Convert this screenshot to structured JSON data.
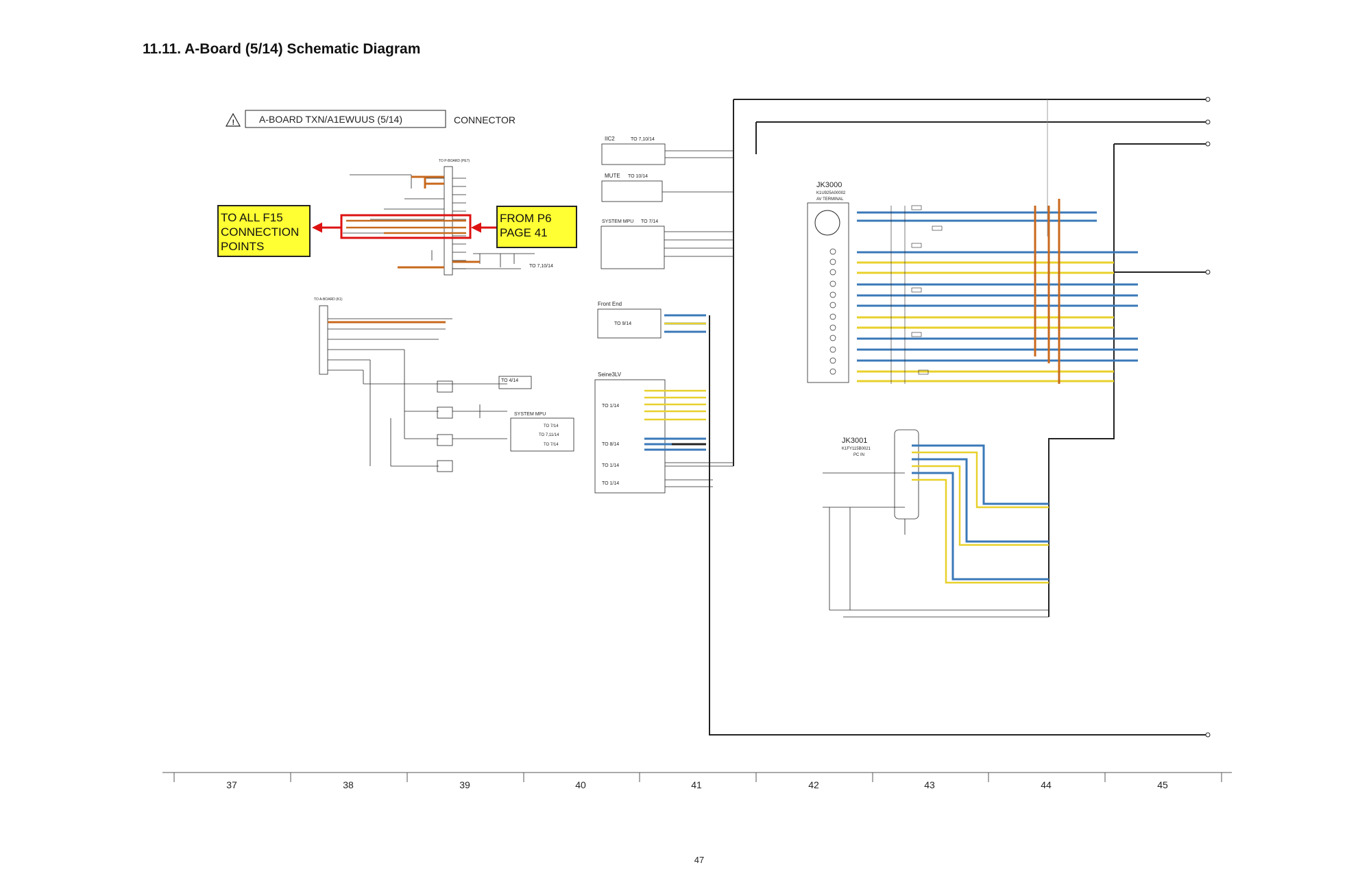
{
  "page": {
    "title": "11.11.  A-Board (5/14) Schematic Diagram",
    "page_number": "47"
  },
  "header_box": {
    "board_label": "A-BOARD TXN/A1EWUUS (5/14)",
    "side_label": "CONNECTOR"
  },
  "callouts": {
    "to_all": "TO ALL F15 CONNECTION POINTS",
    "from": "FROM P6 PAGE 41"
  },
  "blocks": {
    "iic2": {
      "name": "IIC2",
      "ref": "TO 7,10/14"
    },
    "mute": {
      "name": "MUTE",
      "ref": "TO 10/14"
    },
    "system_mpu": {
      "name": "SYSTEM MPU",
      "ref": "TO 7/14"
    },
    "front_end": {
      "name": "Front End",
      "ref": "TO 9/14"
    },
    "seine": {
      "name": "Seine3LV",
      "refs": [
        "TO 1/14",
        "TO 8/14",
        "TO 1/14",
        "TO 1/14"
      ]
    },
    "to_4_14": {
      "ref": "TO 4/14"
    },
    "system_mpu_left": {
      "name": "SYSTEM MPU",
      "refs": [
        "TO 7/14",
        "TO 7,11/14",
        "TO 7/14"
      ]
    },
    "to_7_10_14": {
      "ref": "TO 7,10/14"
    },
    "to_p_board": {
      "ref": "TO P-BOARD (PE7)"
    },
    "to_a_board": {
      "ref": "TO A-BOARD (K1)"
    },
    "jk3000": {
      "name": "JK3000",
      "part": "K1U925A00002",
      "desc": "AV TERMINAL"
    },
    "jk3001": {
      "name": "JK3001",
      "part": "K1FY115B0021",
      "desc": "PC IN"
    }
  },
  "zones": [
    "37",
    "38",
    "39",
    "40",
    "41",
    "42",
    "43",
    "44",
    "45"
  ],
  "colors": {
    "video_bus": "#3a78b8",
    "audio_bus": "#e8d02a",
    "power_bus": "#c8681c",
    "highlight": "#dd1111",
    "callout_bg": "#ffff33",
    "line": "#222222"
  }
}
